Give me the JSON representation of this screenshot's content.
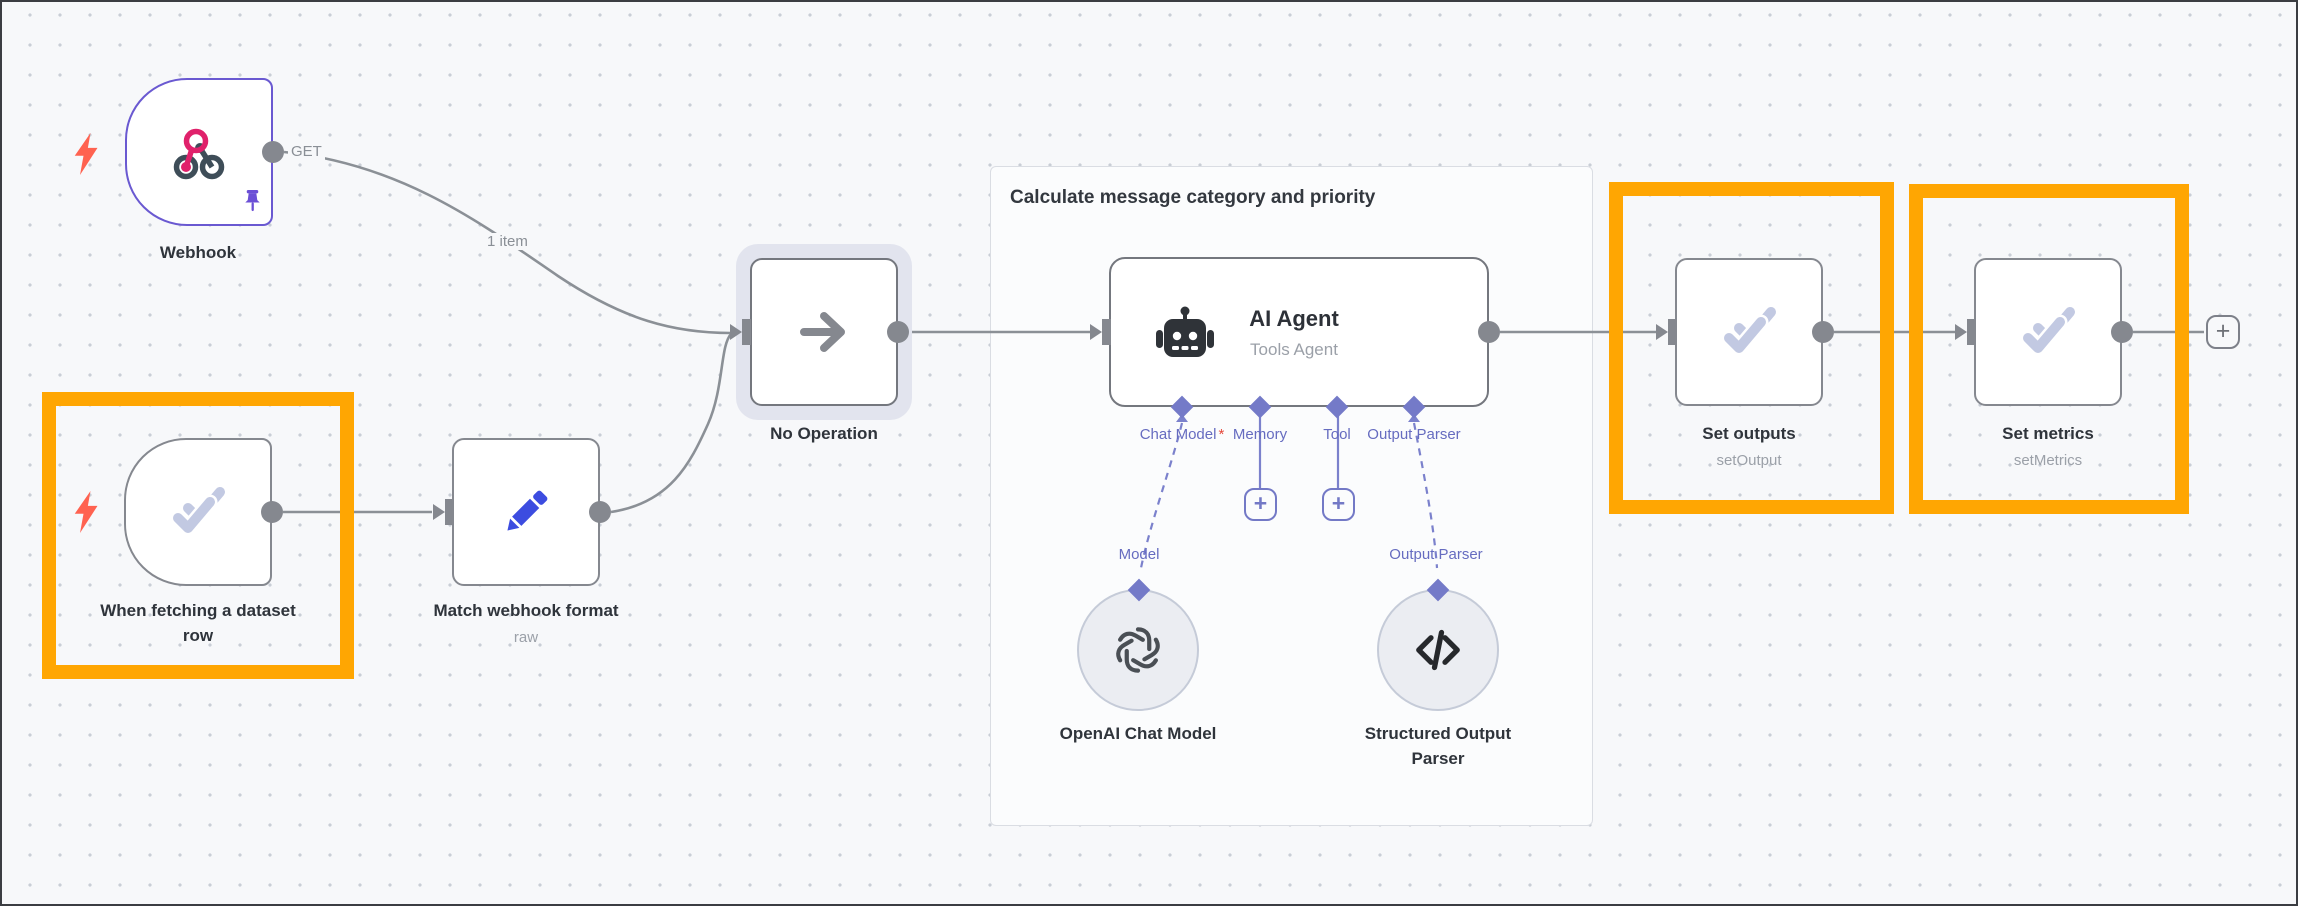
{
  "colors": {
    "canvas_bg": "#f7f8fa",
    "highlight_orange": "#ffa602",
    "node_border_gray": "#85888f",
    "webhook_border_purple": "#6a59d1",
    "wire_gray": "#8b9096",
    "port_purple": "#747ac8",
    "pencil_blue": "#3c4ce0",
    "bolt_red": "#ff6250",
    "check_icon_color": "#c2c9e2"
  },
  "group": {
    "title": "Calculate message category and priority"
  },
  "wires": {
    "webhook_to_noop_label": "1 item"
  },
  "nodes": {
    "webhook": {
      "label": "Webhook",
      "output_label": "GET"
    },
    "dataset_trigger": {
      "label_line1": "When fetching a dataset",
      "label_line2": "row"
    },
    "match_format": {
      "label": "Match webhook format",
      "subtitle": "raw"
    },
    "no_operation": {
      "label": "No Operation"
    },
    "ai_agent": {
      "title": "AI Agent",
      "subtitle": "Tools Agent",
      "required_marker": "*",
      "ports": {
        "chat_model": "Chat Model",
        "memory": "Memory",
        "tool": "Tool",
        "output_parser": "Output Parser"
      }
    },
    "openai_model": {
      "label": "OpenAI Chat Model",
      "port_label": "Model"
    },
    "structured_parser": {
      "label_line1": "Structured Output",
      "label_line2": "Parser",
      "port_label": "Output Parser"
    },
    "set_outputs": {
      "label": "Set outputs",
      "subtitle": "setOutput"
    },
    "set_metrics": {
      "label": "Set metrics",
      "subtitle": "setMetrics"
    }
  },
  "buttons": {
    "add_node": "+",
    "add_memory": "+",
    "add_tool": "+"
  }
}
